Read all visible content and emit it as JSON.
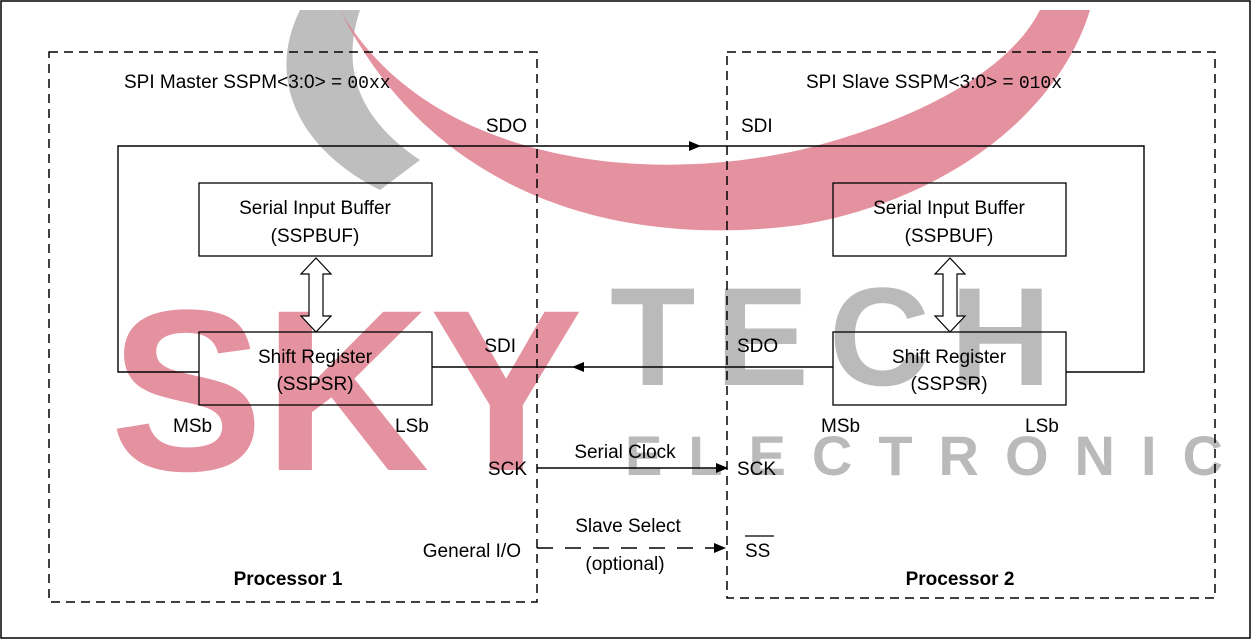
{
  "watermark": {
    "brand_top": "SKY",
    "brand_mid": "TECH",
    "brand_bottom": "ELECTRONIC",
    "colors": {
      "red": "#e07f8f",
      "gray": "#b3b3b3"
    }
  },
  "master": {
    "title_prefix": "SPI Master SSPM<3:0> = ",
    "title_code": "00xx",
    "buffer_line1": "Serial Input Buffer",
    "buffer_line2": "(SSPBUF)",
    "shift_line1": "Shift Register",
    "shift_line2": "(SSPSR)",
    "msb": "MSb",
    "lsb": "LSb",
    "sdo": "SDO",
    "sdi": "SDI",
    "sck": "SCK",
    "general_io": "General I/O",
    "processor": "Processor 1"
  },
  "slave": {
    "title_prefix": "SPI Slave SSPM<3:0> = ",
    "title_code": "010x",
    "buffer_line1": "Serial Input Buffer",
    "buffer_line2": "(SSPBUF)",
    "shift_line1": "Shift Register",
    "shift_line2": "(SSPSR)",
    "msb": "MSb",
    "lsb": "LSb",
    "sdi": "SDI",
    "sdo": "SDO",
    "sck": "SCK",
    "ss": "SS",
    "processor": "Processor 2"
  },
  "links": {
    "serial_clock": "Serial Clock",
    "slave_select": "Slave Select",
    "optional": "(optional)"
  }
}
